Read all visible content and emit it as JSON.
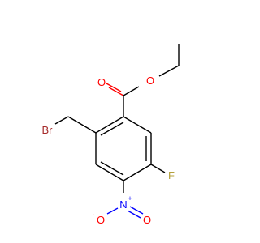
{
  "molecule": {
    "atoms": {
      "bromine": "Br",
      "carbonyl_oxygen": "O",
      "ester_oxygen": "O",
      "fluorine": "F",
      "nitrogen": "N",
      "nitro_oxygen_left": "O",
      "nitro_oxygen_right": "O"
    },
    "charges": {
      "nitrogen": "+",
      "nitro_oxygen_left": "-"
    },
    "colors": {
      "carbon_bond": "#000000",
      "oxygen": "#ff0000",
      "nitrogen": "#0000ff",
      "fluorine": "#b4a03c",
      "bromine": "#a52a2a"
    }
  }
}
